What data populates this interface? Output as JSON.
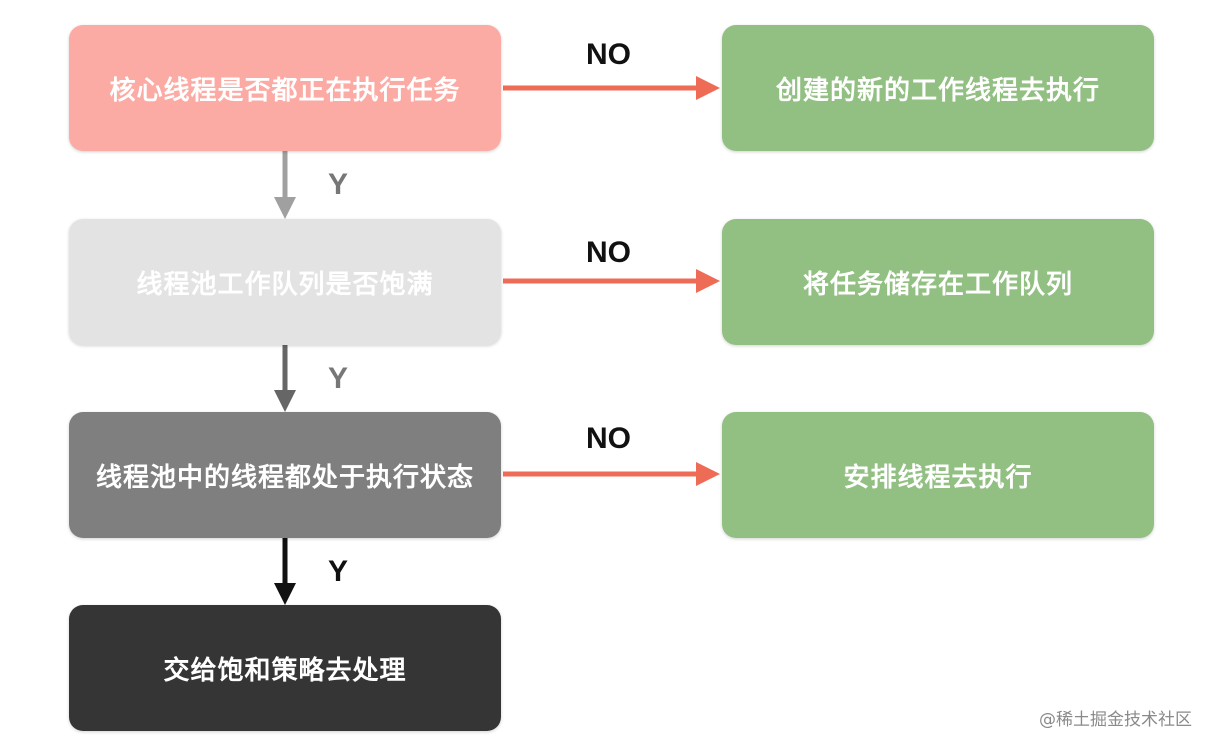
{
  "flow": {
    "step1": "核心线程是否都正在执行任务",
    "step2": "线程池工作队列是否饱满",
    "step3": "线程池中的线程都处于执行状态",
    "step4": "交给饱和策略去处理",
    "action1": "创建的新的工作线程去执行",
    "action2": "将任务储存在工作队列",
    "action3": "安排线程去执行",
    "no_label": "NO",
    "yes_label": "Y"
  },
  "colors": {
    "step1": "#fcaaa4",
    "step2": "#e3e3e3",
    "step3": "#7f7f7f",
    "step4": "#353535",
    "action": "#92bf82",
    "no_arrow": "#ee6b55"
  },
  "watermark": "@稀土掘金技术社区"
}
